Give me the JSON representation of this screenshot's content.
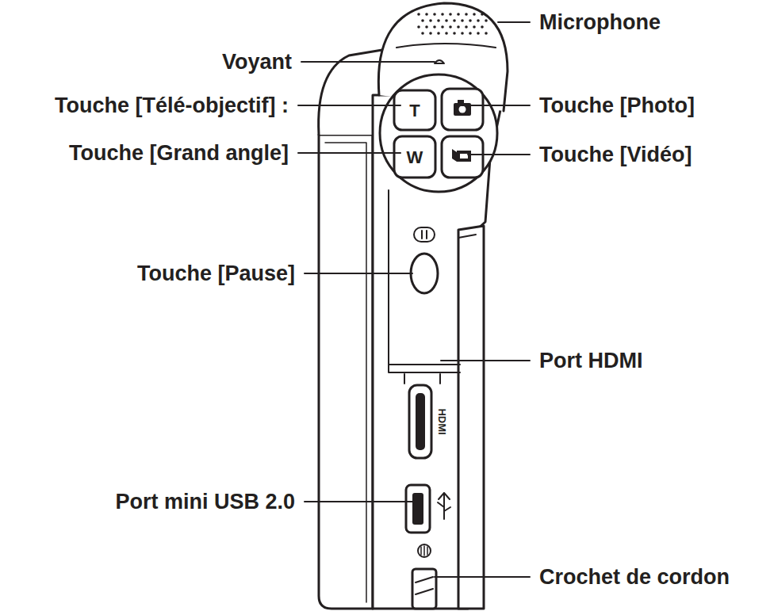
{
  "diagram": {
    "labels": [
      "Microphone",
      "Voyant",
      "Touche [Télé-objectif] :",
      "Touche [Photo]",
      "Touche [Grand angle]",
      "Touche [Vidéo]",
      "Touche [Pause]",
      "Port HDMI",
      "Port mini USB 2.0",
      "Crochet de cordon",
      "T",
      "W",
      "HDMI"
    ]
  }
}
